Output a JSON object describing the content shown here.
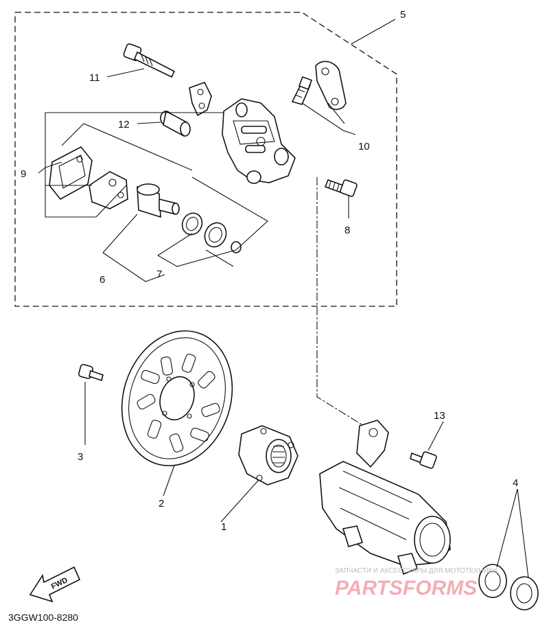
{
  "callouts": [
    {
      "id": "1",
      "text": "1"
    },
    {
      "id": "2",
      "text": "2"
    },
    {
      "id": "3",
      "text": "3"
    },
    {
      "id": "4",
      "text": "4"
    },
    {
      "id": "5",
      "text": "5"
    },
    {
      "id": "6",
      "text": "6"
    },
    {
      "id": "7",
      "text": "7"
    },
    {
      "id": "8",
      "text": "8"
    },
    {
      "id": "9",
      "text": "9"
    },
    {
      "id": "10",
      "text": "10"
    },
    {
      "id": "11",
      "text": "11"
    },
    {
      "id": "12",
      "text": "12"
    },
    {
      "id": "13",
      "text": "13"
    }
  ],
  "diagram_code": "3GGW100-8280",
  "fwd_label": "FWD",
  "watermark": {
    "line1": "ЗАПЧАСТИ И АКСЕССУАРЫ ДЛЯ МОТОТЕХНИКИ",
    "line2": "PARTSFORMS"
  },
  "colors": {
    "ink": "#111111",
    "background": "#ffffff",
    "watermark_text": "#bdbdbd",
    "watermark_logo": "#f2a0a8"
  }
}
